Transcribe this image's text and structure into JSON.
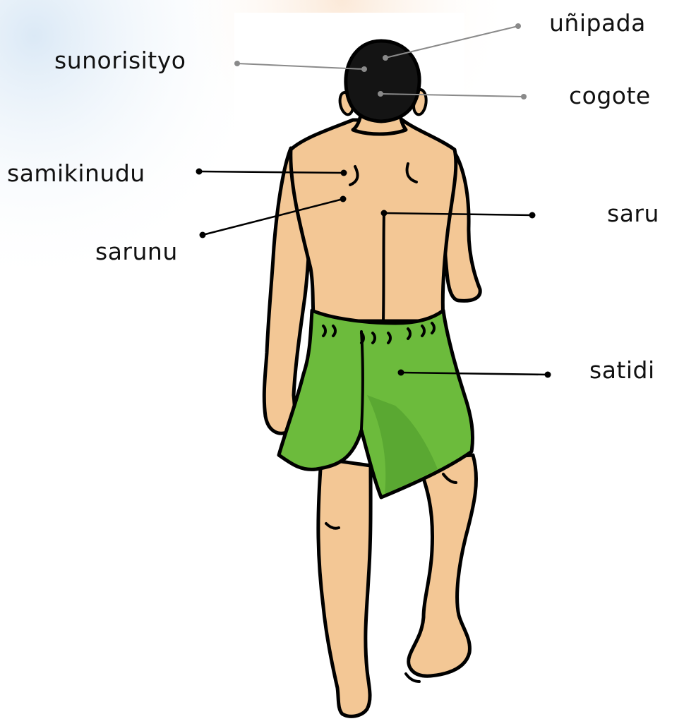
{
  "labels": {
    "unipada": "uñipada",
    "sunorisityo": "sunorisityo",
    "cogote": "cogote",
    "samikinudu": "samikinudu",
    "saru": "saru",
    "sarunu": "sarunu",
    "satidi": "satidi"
  },
  "colors": {
    "skin": "#f3c795",
    "skin_shade": "#e2aa72",
    "hair": "#141414",
    "shorts": "#6cbb3c",
    "shorts_shade": "#4f9a2b",
    "outline": "#000000",
    "leader_gray": "#8a8a8a",
    "leader_black": "#000000",
    "background_tint": "#eaf3fb"
  },
  "icons": {
    "figure": "person-back-view-illustration"
  }
}
